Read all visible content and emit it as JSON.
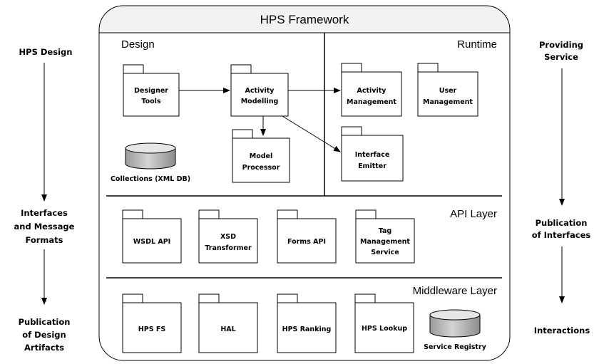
{
  "framework_title": "HPS Framework",
  "left_labels": {
    "hps_design": "HPS Design",
    "interfaces_line1": "Interfaces",
    "interfaces_line2": "and Message",
    "interfaces_line3": "Formats",
    "publication_line1": "Publication",
    "publication_line2": "of Design",
    "publication_line3": "Artifacts"
  },
  "right_labels": {
    "providing_line1": "Providing",
    "providing_line2": "Service",
    "publication_line1": "Publication",
    "publication_line2": "of Interfaces",
    "interactions": "Interactions"
  },
  "sections": {
    "design": "Design",
    "runtime": "Runtime",
    "api_layer": "API Layer",
    "middleware_layer": "Middleware Layer"
  },
  "packages": {
    "designer_tools": [
      "Designer",
      "Tools"
    ],
    "activity_modelling": [
      "Activity",
      "Modelling"
    ],
    "model_processor": [
      "Model",
      "Processor"
    ],
    "activity_management": [
      "Activity",
      "Management"
    ],
    "user_management": [
      "User",
      "Management"
    ],
    "interface_emitter": [
      "Interface",
      "Emitter"
    ],
    "wsdl_api": "WSDL API",
    "xsd_transformer": [
      "XSD",
      "Transformer"
    ],
    "forms_api": "Forms API",
    "tag_management_service": [
      "Tag",
      "Management",
      "Service"
    ],
    "hps_fs": "HPS FS",
    "hal": "HAL",
    "hps_ranking": "HPS Ranking",
    "hps_lookup": "HPS Lookup"
  },
  "databases": {
    "collections": "Collections (XML DB)",
    "service_registry": "Service Registry"
  },
  "colors": {
    "line": "#000000",
    "header_fill": "#f2f2f2",
    "cylinder_top": "#e6e6e6",
    "cylinder_body": "#b8b8b8"
  }
}
